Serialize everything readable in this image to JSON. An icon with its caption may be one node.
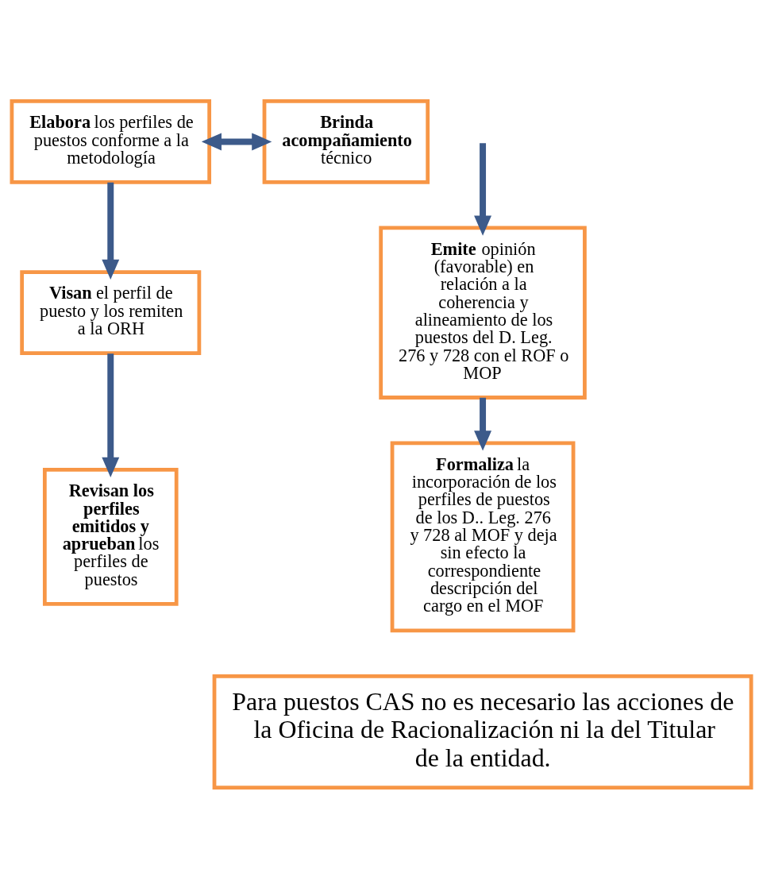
{
  "diagram": {
    "nodes": [
      {
        "text": [
          "**Elabora** los perfiles de puestos conforme a la metodología"
        ]
      },
      {
        "text": [
          "**Brinda acompañamiento** técnico"
        ]
      },
      {
        "text": [
          "**Visan** el perfil de puesto y los remiten a la ORH"
        ]
      },
      {
        "text": [
          "**Revisan los perfiles emitidos y aprueban** los perfiles de puestos"
        ]
      },
      {
        "text": [
          "**Emite** opinión (favorable) en relación a la coherencia y alineamiento de los puestos del D. Leg. 276 y 728 con el ROF o MOP"
        ]
      },
      {
        "text": [
          "**Formaliza** la incorporación de los perfiles de puestos de los D.. Leg. 276 y 728 al MOF y deja sin efecto la correspondiente descripción del cargo en el MOF"
        ]
      },
      {
        "text": [
          "Para puestos CAS no es necesario las acciones de la Oficina de Racionalización ni la del Titular de la entidad."
        ]
      }
    ],
    "edges": [
      {
        "from": 0,
        "to": 1,
        "arrow": "both"
      },
      {
        "from": 0,
        "to": 2,
        "arrow": "to"
      },
      {
        "from": 2,
        "to": 3,
        "arrow": "to"
      },
      {
        "from": null,
        "to": 4,
        "arrow": "to"
      },
      {
        "from": 4,
        "to": 5,
        "arrow": "to"
      }
    ]
  }
}
